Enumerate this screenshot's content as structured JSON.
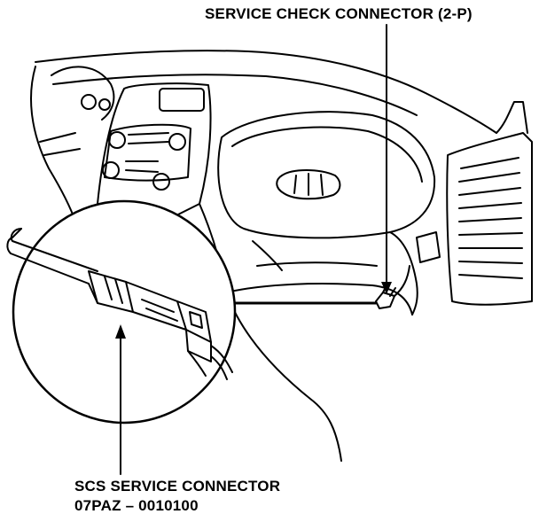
{
  "labels": {
    "service_check_connector": "SERVICE CHECK CONNECTOR (2-P)",
    "scs_service_connector": "SCS SERVICE CONNECTOR",
    "scs_part_number": "07PAZ – 0010100"
  },
  "colors": {
    "ink": "#000000",
    "paper": "#ffffff"
  }
}
